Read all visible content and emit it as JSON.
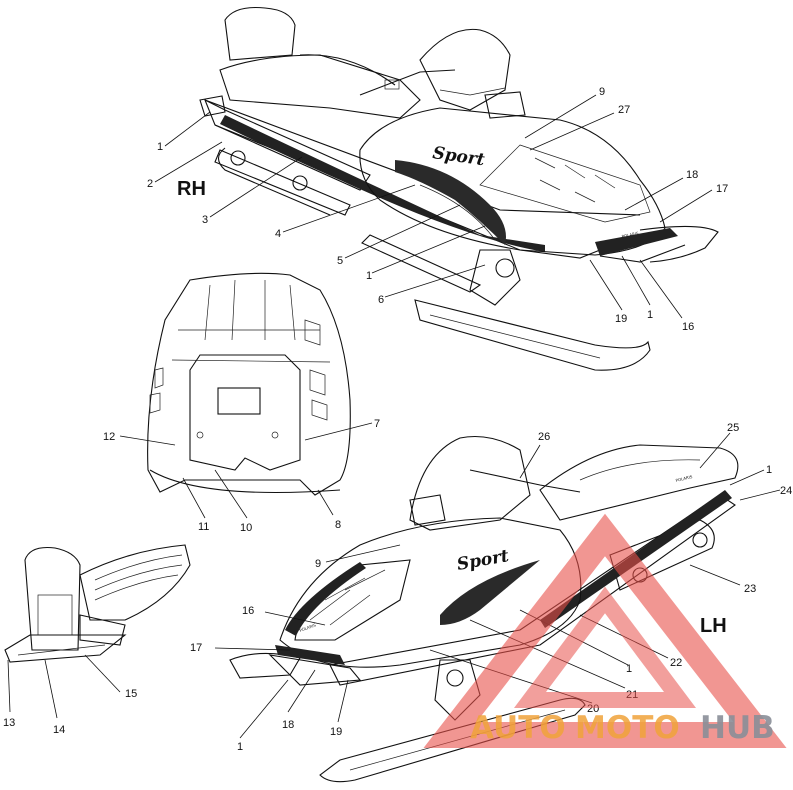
{
  "diagram": {
    "side_labels": {
      "right": "RH",
      "left": "LH"
    },
    "decal_text": {
      "model": "Sport",
      "brand": "POLARIS"
    },
    "callouts": {
      "rh": [
        "1",
        "2",
        "3",
        "4",
        "5",
        "1",
        "6",
        "9",
        "27",
        "18",
        "17",
        "19",
        "1",
        "16"
      ],
      "hood": [
        "12",
        "7",
        "11",
        "10",
        "8"
      ],
      "seat": [
        "13",
        "14",
        "15"
      ],
      "lh": [
        "26",
        "25",
        "1",
        "24",
        "9",
        "23",
        "16",
        "17",
        "22",
        "1",
        "21",
        "20",
        "18",
        "19",
        "1"
      ]
    }
  },
  "watermark": {
    "part1": "AUTO",
    "part2": "MOTO",
    "part3": "HUB",
    "colors": {
      "triangle": "#e8504a",
      "accent": "#f0a33a",
      "grey": "#8a8f98"
    }
  }
}
